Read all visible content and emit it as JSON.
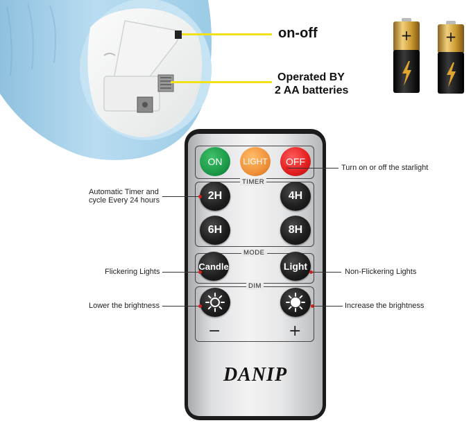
{
  "callouts": {
    "on_off": "on-off",
    "operated_line1": "Operated BY",
    "operated_line2": "2 AA batteries"
  },
  "remote": {
    "buttons": {
      "on": "ON",
      "light": "LIGHT",
      "off": "OFF",
      "h2": "2H",
      "h4": "4H",
      "h6": "6H",
      "h8": "8H",
      "candle": "Candle",
      "light_mode": "Light"
    },
    "sections": {
      "timer": "TIMER",
      "mode": "MODE",
      "dim": "DIM"
    },
    "minus": "−",
    "plus": "+",
    "brand": "DANIP"
  },
  "annotations": {
    "starlight": "Turn on or off the starlight",
    "timer_line1": "Automatic Timer and",
    "timer_line2": "cycle Every 24 hours",
    "flickering": "Flickering Lights",
    "non_flickering": "Non-Flickering Lights",
    "lower": "Lower the brightness",
    "increase": "Increase the brightness"
  },
  "colors": {
    "on_button": "#1c9a48",
    "light_button": "#f0913a",
    "off_button": "#e21e1e",
    "callout_line": "#f2e11a",
    "candle_wax": "#a9d3ec",
    "battery_gold": "#c99a3c"
  },
  "icons": {
    "dim_down": "sun-outline-icon",
    "dim_up": "sun-filled-icon",
    "battery": "battery-bolt-icon"
  }
}
